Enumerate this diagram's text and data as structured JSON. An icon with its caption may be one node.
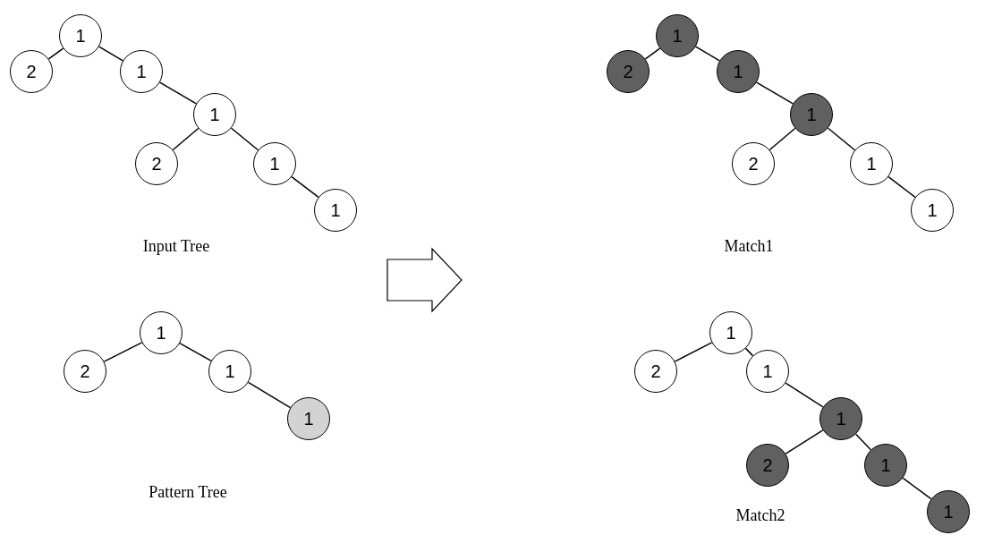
{
  "diagram": {
    "nodes": [
      {
        "text": [
          "1"
        ]
      },
      {
        "text": [
          "2"
        ]
      },
      {
        "text": [
          "1"
        ]
      },
      {
        "text": [
          "1"
        ]
      },
      {
        "text": [
          "2"
        ]
      },
      {
        "text": [
          "1"
        ]
      },
      {
        "text": [
          "1"
        ]
      },
      {
        "text": [
          "1"
        ]
      },
      {
        "text": [
          "2"
        ]
      },
      {
        "text": [
          "1"
        ]
      },
      {
        "text": [
          "1"
        ]
      },
      {
        "text": [
          "2"
        ]
      },
      {
        "text": [
          "1"
        ]
      },
      {
        "text": [
          "1"
        ]
      },
      {
        "text": [
          "1"
        ]
      },
      {
        "text": [
          "2"
        ]
      },
      {
        "text": [
          "1"
        ]
      },
      {
        "text": [
          "1"
        ]
      },
      {
        "text": [
          "1"
        ]
      },
      {
        "text": [
          "2"
        ]
      },
      {
        "text": [
          "1"
        ]
      },
      {
        "text": [
          "1"
        ]
      },
      {
        "text": [
          "2"
        ]
      },
      {
        "text": [
          "1"
        ]
      },
      {
        "text": [
          "1"
        ]
      }
    ],
    "edges": [
      {
        "from": 0,
        "to": 1,
        "arrow": "none"
      },
      {
        "from": 0,
        "to": 2,
        "arrow": "none"
      },
      {
        "from": 2,
        "to": 3,
        "arrow": "none"
      },
      {
        "from": 3,
        "to": 4,
        "arrow": "none"
      },
      {
        "from": 3,
        "to": 5,
        "arrow": "none"
      },
      {
        "from": 5,
        "to": 6,
        "arrow": "none"
      },
      {
        "from": 7,
        "to": 8,
        "arrow": "none"
      },
      {
        "from": 7,
        "to": 9,
        "arrow": "none"
      },
      {
        "from": 9,
        "to": 10,
        "arrow": "none"
      },
      {
        "from": 10,
        "to": 11,
        "arrow": "none"
      },
      {
        "from": 10,
        "to": 12,
        "arrow": "none"
      },
      {
        "from": 12,
        "to": 13,
        "arrow": "none"
      },
      {
        "from": 14,
        "to": 15,
        "arrow": "none"
      },
      {
        "from": 14,
        "to": 16,
        "arrow": "none"
      },
      {
        "from": 16,
        "to": 17,
        "arrow": "none"
      },
      {
        "from": 18,
        "to": 19,
        "arrow": "none"
      },
      {
        "from": 18,
        "to": 20,
        "arrow": "none"
      },
      {
        "from": 20,
        "to": 21,
        "arrow": "none"
      },
      {
        "from": 21,
        "to": 22,
        "arrow": "none"
      },
      {
        "from": 21,
        "to": 23,
        "arrow": "none"
      },
      {
        "from": 23,
        "to": 24,
        "arrow": "none"
      }
    ],
    "labels": [
      "Input Tree",
      "Match1",
      "Pattern Tree",
      "Match2"
    ]
  }
}
